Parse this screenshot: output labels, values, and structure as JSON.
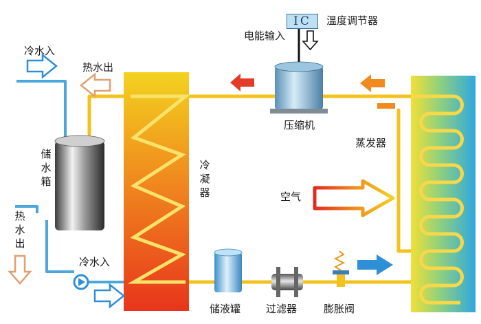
{
  "labels": {
    "temperature_regulator": "温度调节器",
    "ic": "IC",
    "power_input": "电能输入",
    "cold_water_in_top": "冷水入",
    "hot_water_out_top": "热水出",
    "storage_tank": "储水箱",
    "hot_water_out_side": "热水出",
    "cold_water_in_bottom": "冷水入",
    "condenser": "冷凝器",
    "compressor": "压缩机",
    "evaporator": "蒸发器",
    "air": "空气",
    "receiver_tank": "储液罐",
    "filter": "过滤器",
    "expansion_valve": "膨胀阀"
  },
  "colors": {
    "refrigerant_pipe": "#f4c21c",
    "water_pipe": "#4aa6dc",
    "hot_arrow": "#e8502a",
    "cold_arrow": "#2f8fd6",
    "condenser_top": "#f3d21f",
    "condenser_bottom": "#e8351c",
    "evaporator_left": "#f2e036",
    "evaporator_right": "#2fa8df"
  }
}
